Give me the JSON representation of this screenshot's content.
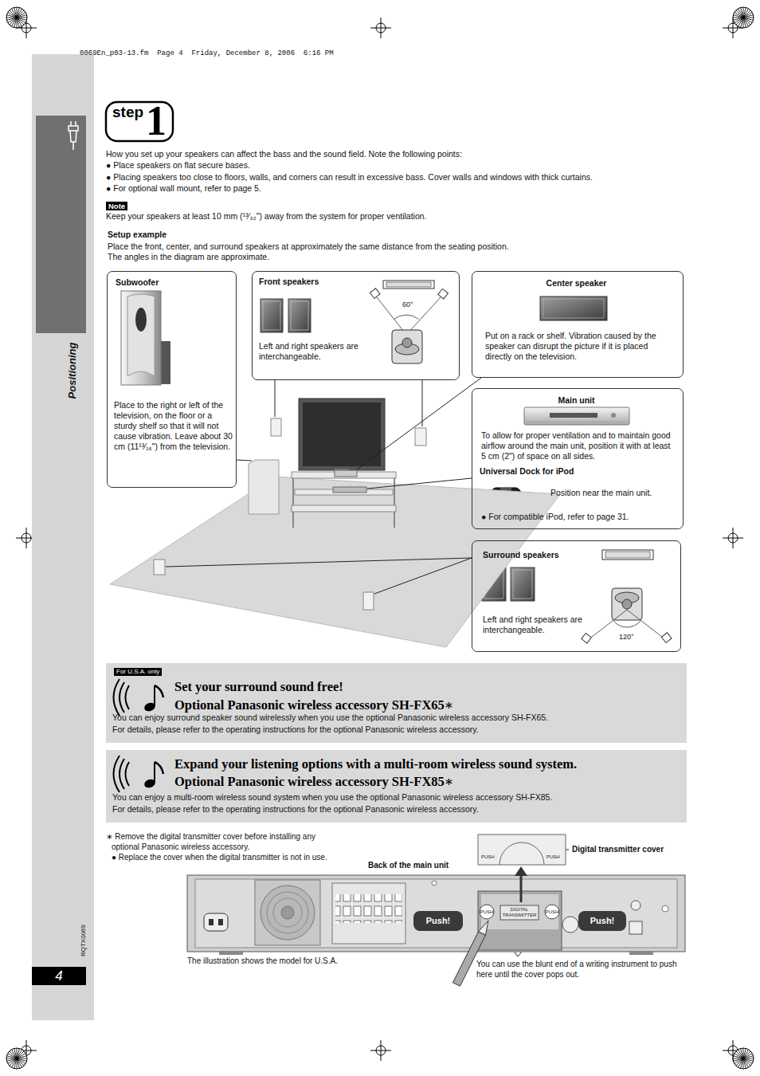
{
  "diagram": {
    "nodes": [
      {
        "text": [
          "Subwoofer",
          "Place to the right or left of the television, on the floor or a sturdy shelf so that it will not cause vibration. Leave about 30 cm (11¹³⁄₁₆\") from the television."
        ]
      },
      {
        "text": [
          "Front speakers",
          "Left and right speakers are interchangeable."
        ]
      },
      {
        "text": [
          "Center speaker",
          "Put on a rack or shelf. Vibration caused by the speaker can disrupt the picture if it is placed directly on the television."
        ]
      },
      {
        "text": [
          "Main unit",
          "To allow for proper ventilation and to maintain good airflow around the main unit, position it with at least 5 cm (2\") of space on all sides.",
          "Universal Dock for iPod",
          "Position near the main unit.",
          "● For compatible iPod, refer to page 31."
        ]
      },
      {
        "text": [
          "Surround speakers",
          "Left and right speakers are interchangeable."
        ]
      },
      {
        "text": [
          "For U.S.A. only",
          "Set your surround sound free!",
          "Optional Panasonic wireless accessory SH-FX65∗",
          "You can enjoy surround speaker sound wirelessly when you use the optional Panasonic wireless accessory SH-FX65.",
          "For details, please refer to the operating instructions for the optional Panasonic wireless accessory."
        ]
      },
      {
        "text": [
          "Expand your listening options with a multi-room wireless sound system.",
          "Optional Panasonic wireless accessory SH-FX85∗",
          "You can enjoy a multi-room wireless sound system when you use the optional Panasonic wireless accessory SH-FX85.",
          "For details, please refer to the operating instructions for the optional Panasonic wireless accessory."
        ]
      },
      {
        "text": [
          "Push!"
        ]
      },
      {
        "text": [
          "Push!"
        ]
      }
    ],
    "labels": [
      "0069En_p03-13.fm  Page 4  Friday, December 8, 2006  6:16 PM",
      "step",
      "1",
      "How you set up your speakers can affect the bass and the sound field. Note the following points:",
      "● Place speakers on flat secure bases.",
      "● Placing speakers too close to floors, walls, and corners can result in excessive bass. Cover walls and windows with thick curtains.",
      "● For optional wall mount, refer to page 5.",
      "Note",
      "Keep your speakers at least 10 mm (¹³⁄₃₂\") away from the system for proper ventilation.",
      "Setup example",
      "Place the front, center, and surround speakers at approximately the same distance from the seating position.",
      "The angles in the diagram are approximate.",
      "60°",
      "120°",
      "Positioning",
      "RQTX0069",
      "4",
      "∗ Remove the digital transmitter cover before installing any optional Panasonic wireless accessory.",
      "● Replace the cover when the digital transmitter is not in use.",
      "Back of the main unit",
      "Digital transmitter cover",
      "PUSH",
      "PUSH",
      "PUSH",
      "DIGITAL TRANSMITTER",
      "PUSH",
      "The illustration shows the model for U.S.A.",
      "You can use the blunt end of a writing instrument to push here until the cover pops out."
    ]
  }
}
